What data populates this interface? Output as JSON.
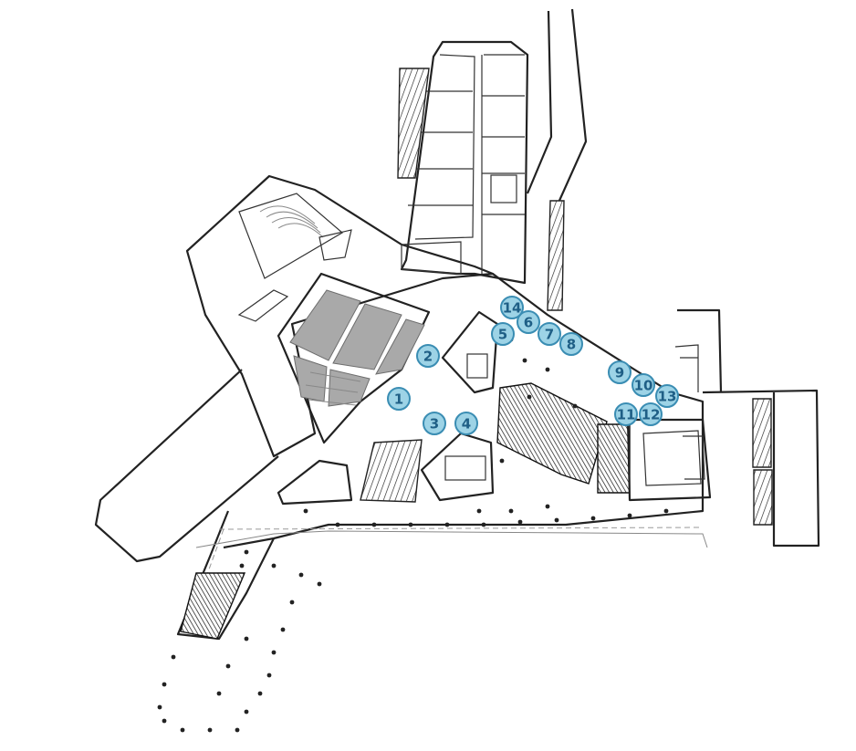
{
  "colors": {
    "marker_fill": "#9dd3e6",
    "marker_stroke": "#3a8db3",
    "marker_text": "#1f5f86",
    "line": "#222222",
    "seating": "#a9a9a9"
  },
  "markers": [
    "1",
    "2",
    "3",
    "4",
    "5",
    "6",
    "7",
    "8",
    "9",
    "10",
    "11",
    "12",
    "13",
    "14"
  ]
}
